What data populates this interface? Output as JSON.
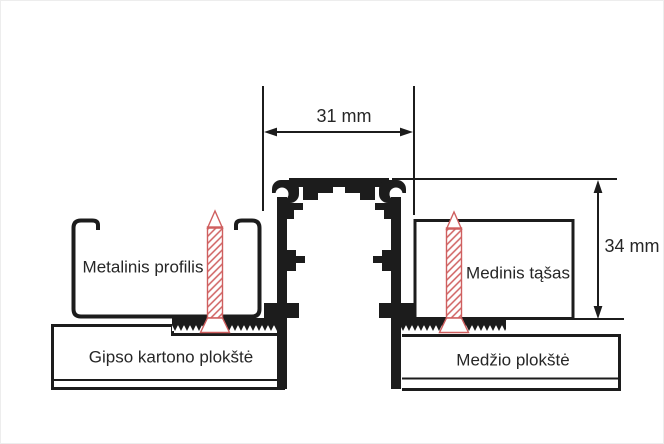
{
  "diagram": {
    "type": "technical-cross-section",
    "dimensions": {
      "width_label": "31 mm",
      "height_label": "34 mm"
    },
    "labels": {
      "metal_profile": "Metalinis profilis",
      "wooden_batten": "Medinis tąšas",
      "gypsum_board": "Gipso kartono plokštė",
      "wood_board": "Medžio plokštė"
    },
    "colors": {
      "line": "#1c1c1c",
      "screw_red": "#cf5f5f",
      "background": "#ffffff",
      "text": "#262626"
    }
  }
}
